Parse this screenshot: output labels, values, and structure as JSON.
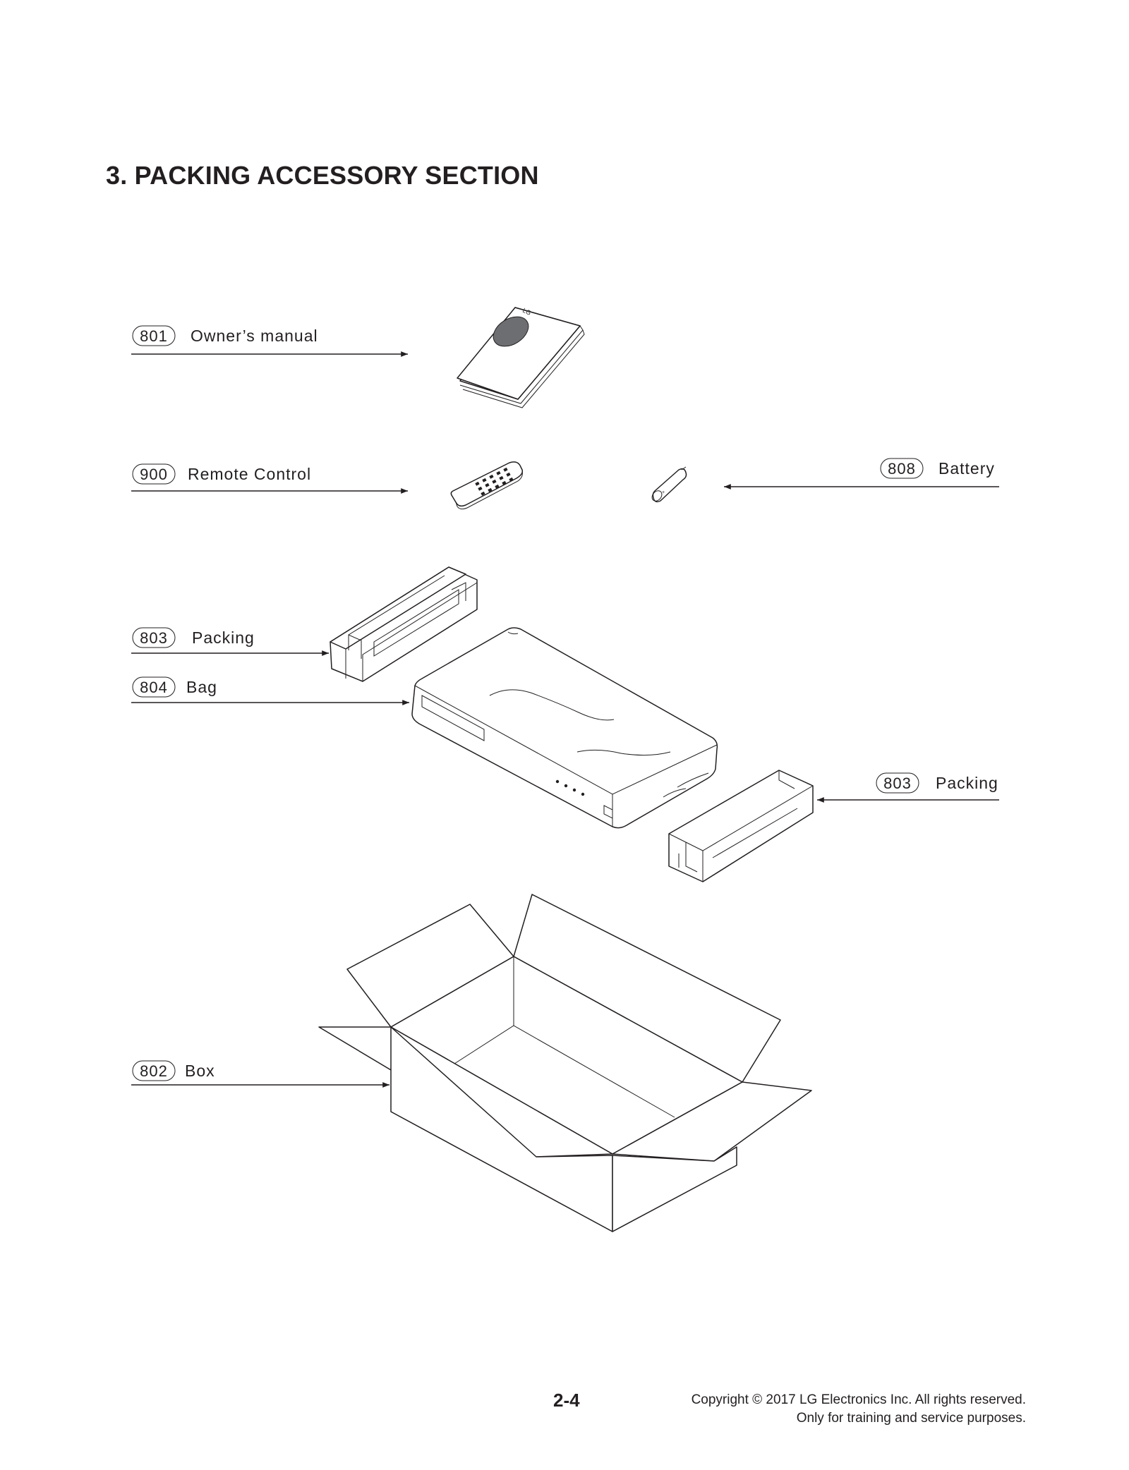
{
  "title": "3. PACKING ACCESSORY SECTION",
  "callouts": [
    {
      "number": "801",
      "label": "Owner’s manual"
    },
    {
      "number": "900",
      "label": "Remote Control"
    },
    {
      "number": "808",
      "label": "Battery"
    },
    {
      "number": "803",
      "label": "Packing"
    },
    {
      "number": "804",
      "label": "Bag"
    },
    {
      "number": "803",
      "label": "Packing"
    },
    {
      "number": "802",
      "label": "Box"
    }
  ],
  "manual_logo_text": "LG",
  "footer": {
    "page_number": "2-4",
    "copyright_line1": "Copyright © 2017 LG Electronics Inc. All rights reserved.",
    "copyright_line2": "Only for training and service purposes."
  }
}
